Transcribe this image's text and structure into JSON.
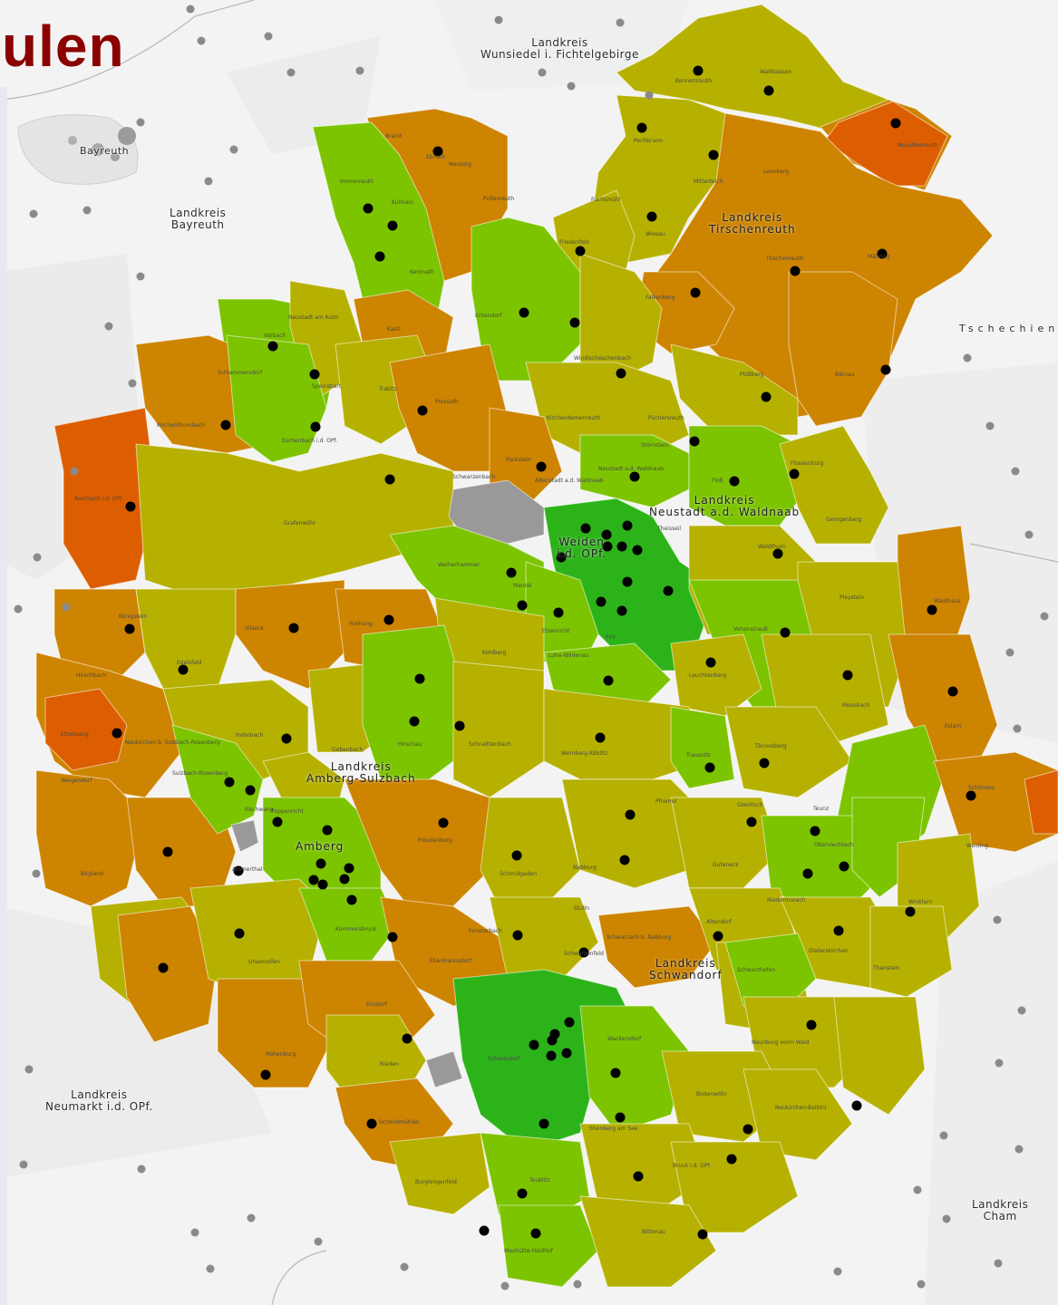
{
  "title": {
    "text": "ulen",
    "color": "#8b0000"
  },
  "colors": {
    "very_low": "#dd5e00",
    "low": "#cd8400",
    "mid": "#b6b100",
    "high": "#7cc400",
    "very_high": "#2db31a",
    "unassigned": "#9a9898",
    "school_marker": "#000000"
  },
  "region_labels": [
    {
      "id": "wunsiedel",
      "text": "Landkreis\nWunsiedel i. Fichtelgebirge"
    },
    {
      "id": "bayreuth-lk",
      "text": "Landkreis\nBayreuth"
    },
    {
      "id": "bayreuth-city",
      "text": "Bayreuth"
    },
    {
      "id": "tirschenreuth",
      "text": "Landkreis\nTirschenreuth"
    },
    {
      "id": "tschechien",
      "text": "Tschechien"
    },
    {
      "id": "neustadt",
      "text": "Landkreis\nNeustadt a.d. Waldnaab"
    },
    {
      "id": "weiden",
      "text": "Weiden\ni.d. OPf."
    },
    {
      "id": "amberg-sulzbach",
      "text": "Landkreis\nAmberg-Sulzbach"
    },
    {
      "id": "amberg",
      "text": "Amberg"
    },
    {
      "id": "schwandorf",
      "text": "Landkreis\nSchwandorf"
    },
    {
      "id": "neumarkt",
      "text": "Landkreis\nNeumarkt i.d. OPf."
    },
    {
      "id": "cham",
      "text": "Landkreis\nCham"
    }
  ],
  "towns": [
    "Waldsassen",
    "Konnersreuth",
    "Neualbenreuth",
    "Pechbrunn",
    "Mitterteich",
    "Leonberg",
    "Brand",
    "Ebnath",
    "Neusorg",
    "Pullenreuth",
    "Immenreuth",
    "Kulmain",
    "Kemnath",
    "Fuchsmühl",
    "Wiesau",
    "Friedenfels",
    "Tirschenreuth",
    "Mähring",
    "Falkenberg",
    "Erbendorf",
    "Kastl",
    "Neustadt am Kulm",
    "Vorbach",
    "Schlammersdorf",
    "Speinshart",
    "Trabitz",
    "Pressath",
    "Windischeschenbach",
    "Plößberg",
    "Bärnau",
    "Kirchenthumbach",
    "Eschenbach i.d. OPf.",
    "Kirchendemenreuth",
    "Püchersreuth",
    "Störnstein",
    "Parkstein",
    "Schwarzenbach",
    "Altenstadt a.d. Waldnaab",
    "Neustadt a.d. Waldnaab",
    "Floß",
    "Flossenbürg",
    "Auerbach i.d. OPf.",
    "Grafenwöhr",
    "Theisseil",
    "Georgenberg",
    "Waldthurn",
    "Weiherhammer",
    "Mantel",
    "Pleystein",
    "Waidhaus",
    "Königstein",
    "Vilseck",
    "Freihung",
    "Etzenricht",
    "Pirk",
    "Vohenstrauß",
    "Edelsfeld",
    "Hirschbach",
    "Kohlberg",
    "Luhe-Wildenau",
    "Leuchtenberg",
    "Moosbach",
    "Eslarn",
    "Etzelwang",
    "Neukirchen b. Sulzbach-Rosenberg",
    "Hahnbach",
    "Gebenbach",
    "Hirschau",
    "Schnaittenbach",
    "Wernberg-Köblitz",
    "Tännesberg",
    "Trausnitz",
    "Weigendorf",
    "Sulzbach-Rosenberg",
    "Illschwang",
    "Poppenricht",
    "Gleiritsch",
    "Pfreimd",
    "Teunz",
    "Schönsee",
    "Birgland",
    "Ammerthal",
    "Kümmersbruck",
    "Freudenberg",
    "Schmidgaden",
    "Nabburg",
    "Guteneck",
    "Oberviechtach",
    "Weiding",
    "Stulln",
    "Niedermurach",
    "Winklarn",
    "Ursensollen",
    "Fensterbach",
    "Schwarzach b. Nabburg",
    "Altendorf",
    "Dieterskirchen",
    "Thanstein",
    "Ebermannsdorf",
    "Schwarzenfeld",
    "Schwarzhofen",
    "Ensdorf",
    "Rieden",
    "Hohenburg",
    "Schwandorf",
    "Wackersdorf",
    "Neunburg vorm Wald",
    "Bodenwöhr",
    "Schmidmühlen",
    "Steinberg am See",
    "Neukirchen-Balbini",
    "Burglengenfeld",
    "Teublitz",
    "Bruck i.d. OPf.",
    "Nittenau",
    "Maxhütte-Haidhof"
  ]
}
